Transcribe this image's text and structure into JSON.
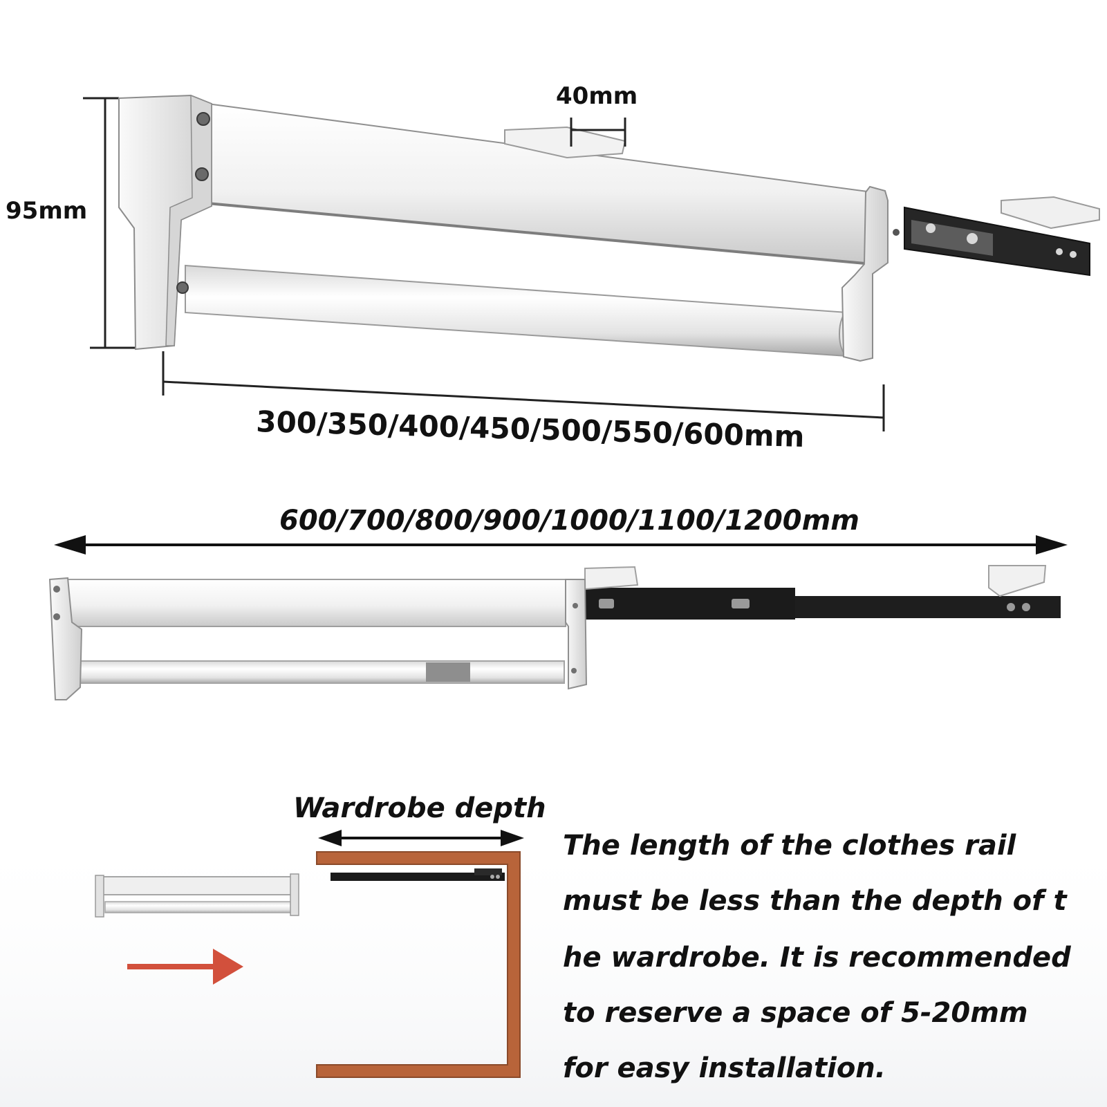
{
  "figure_1": {
    "dim_height": "95mm",
    "dim_slide_width": "40mm",
    "dim_lengths": "300/350/400/450/500/550/600mm"
  },
  "figure_2": {
    "dim_extended": "600/700/800/900/1000/1100/1200mm"
  },
  "figure_3": {
    "depth_label": "Wardrobe depth",
    "note_lines": [
      "The length of the clothes rail",
      "must be less than the depth of t",
      "he wardrobe. It is recommended",
      "to reserve a space of 5-20mm",
      "for easy installation."
    ]
  },
  "colors": {
    "arrow": "#d2503c",
    "cabinet_wood": "#b8643a",
    "slide_rail": "#1b1b1b",
    "aluminium": "#ececec"
  }
}
